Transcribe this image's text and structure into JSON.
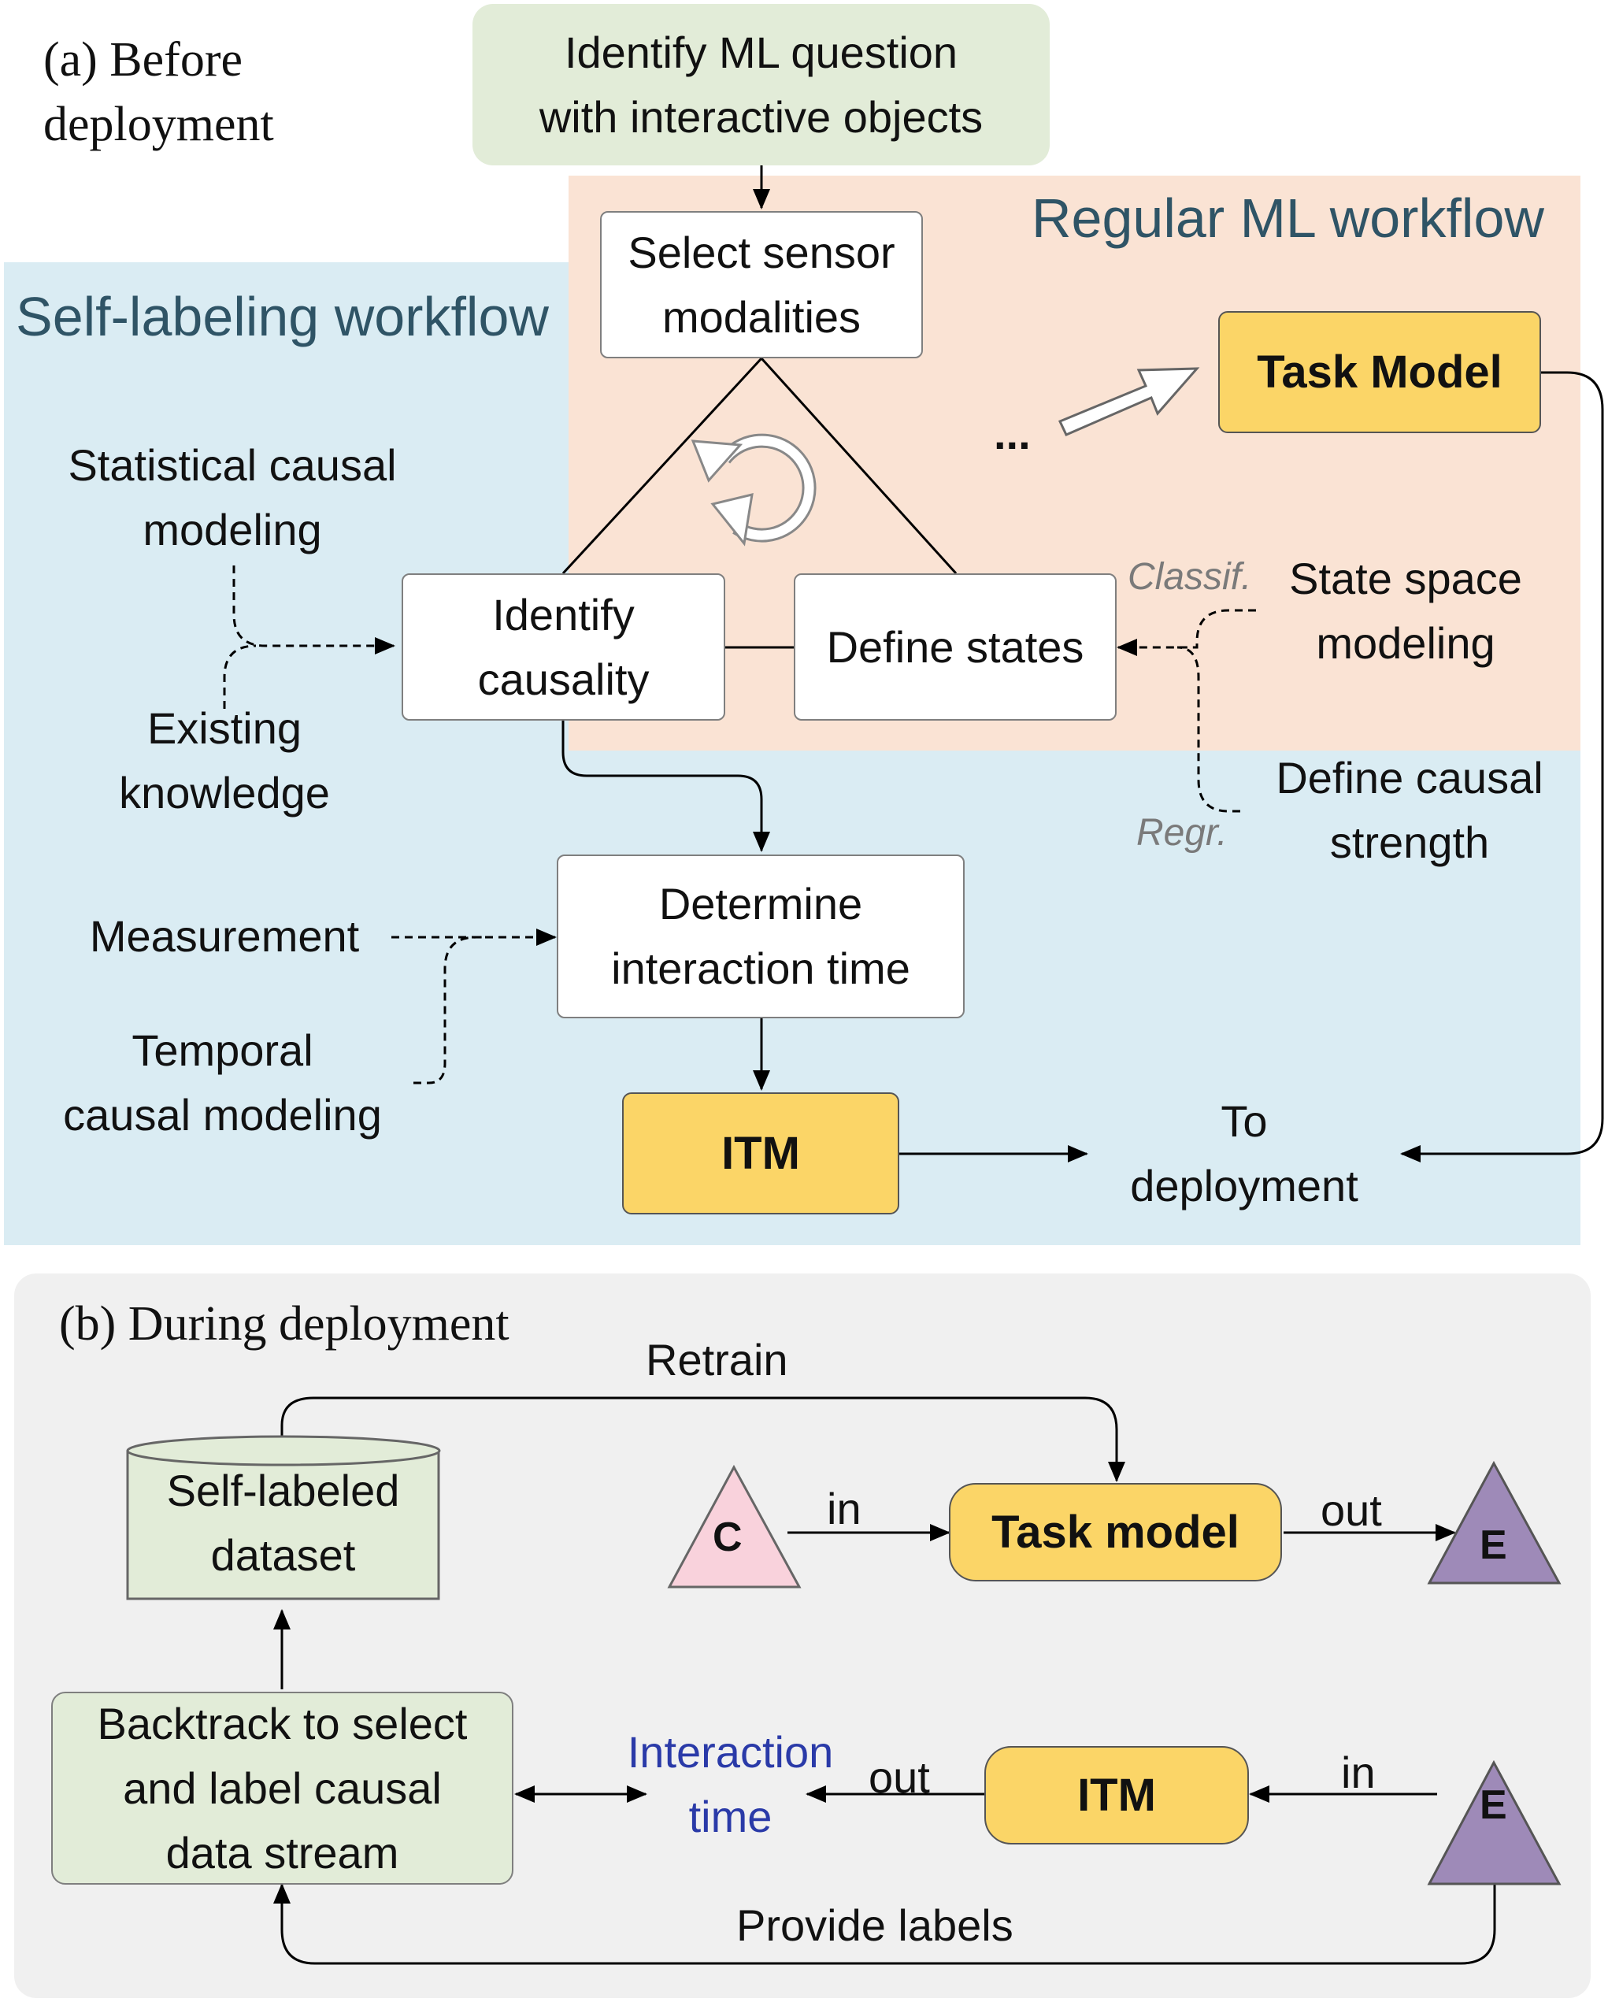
{
  "panel_a": {
    "heading": "(a) Before\ndeployment",
    "top_box": "Identify ML question\nwith interactive objects",
    "regular_title": "Regular ML workflow",
    "self_title": "Self-labeling workflow",
    "select_sensor": "Select sensor\nmodalities",
    "task_model": "Task Model",
    "ellipsis": "...",
    "statistical": "Statistical causal\nmodeling",
    "existing": "Existing\nknowledge",
    "identify_causality": "Identify\ncausality",
    "define_states": "Define states",
    "classif": "Classif.",
    "regr": "Regr.",
    "state_space": "State space\nmodeling",
    "causal_strength": "Define causal\nstrength",
    "determine_time": "Determine\ninteraction time",
    "measurement": "Measurement",
    "temporal": "Temporal\ncausal modeling",
    "itm": "ITM",
    "to_deployment": "To\ndeployment"
  },
  "panel_b": {
    "heading": "(b) During deployment",
    "retrain": "Retrain",
    "dataset": "Self-labeled\ndataset",
    "node_c": "C",
    "in_top": "in",
    "task_model": "Task model",
    "out_top": "out",
    "node_e_top": "E",
    "backtrack": "Backtrack to select\nand label causal\ndata stream",
    "interaction_time": "Interaction\ntime",
    "out_bottom": "out",
    "itm": "ITM",
    "in_bottom": "in",
    "node_e_bottom": "E",
    "provide_labels": "Provide labels"
  },
  "colors": {
    "self_labeling_bg": "#daecf3",
    "regular_bg": "#fae3d4",
    "deploy_bg": "#f0f0f0",
    "green_box": "#e2ecd8",
    "yellow_box": "#fbd567",
    "cause_triangle": "#f9d2dc",
    "effect_triangle": "#9e8ab8",
    "interaction_time_text": "#2a3aa8"
  }
}
